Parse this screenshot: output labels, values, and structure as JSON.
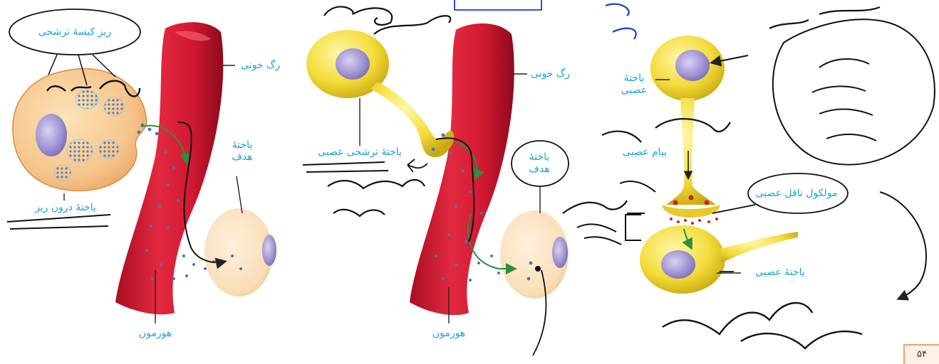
{
  "labels": {
    "vesicle_small": "ریز کیسهٔ ترشحی",
    "blood_vessel_1": "رگ خونی",
    "target_cell_1": "یاختهٔ\nهدف",
    "endocrine_cell": "یاختهٔ درون ریز",
    "hormone_1": "هورمون",
    "neurosecretory_cell": "یاختهٔ ترشحی عصبی",
    "blood_vessel_2": "رگ خونی",
    "target_cell_2": "یاختهٔ\nهدف",
    "hormone_2": "هورمون",
    "nerve_cell_top": "یاختهٔ\nعصبی",
    "nerve_message": "پیام عصبی",
    "neurotransmitter": "مولکول ناقل عصبی",
    "nerve_cell_bottom": "یاختهٔ عصبی"
  },
  "page_number": "۵۴"
}
